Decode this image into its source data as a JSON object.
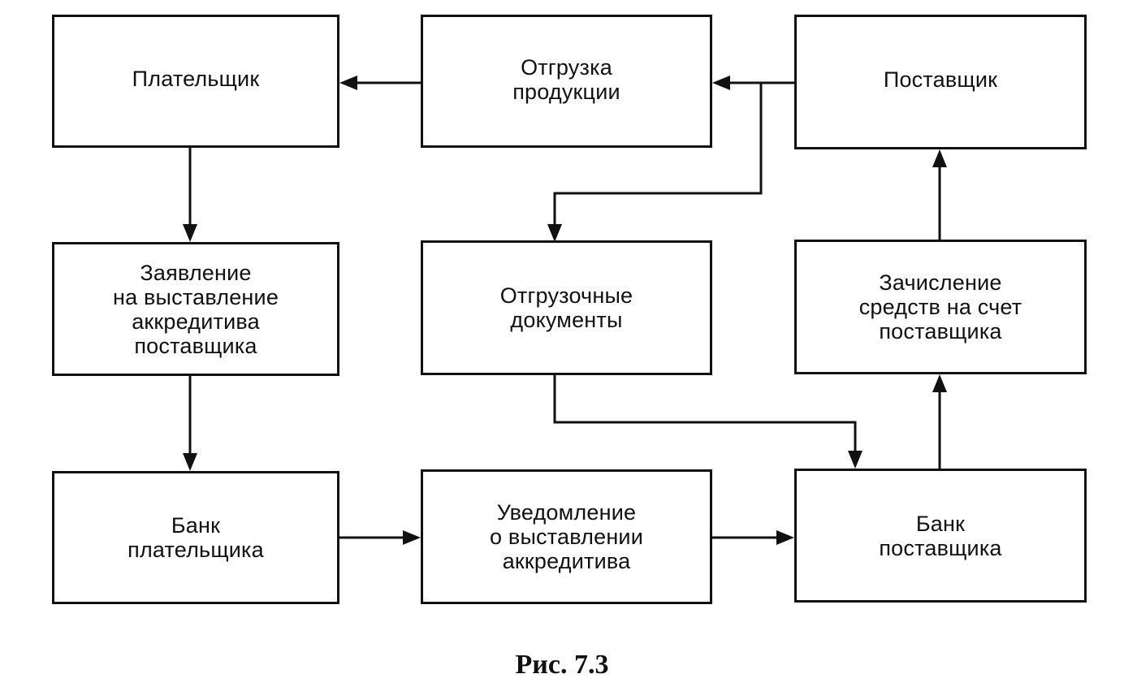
{
  "diagram": {
    "boxes": {
      "payer": "Плательщик",
      "shipment": "Отгрузка\nпродукции",
      "supplier": "Поставщик",
      "application": "Заявление\nна выставление\nаккредитива\nпоставщика",
      "documents": "Отгрузочные\nдокументы",
      "crediting": "Зачисление\nсредств на счет\nпоставщика",
      "payer_bank": "Банк\nплательщика",
      "notice": "Уведомление\nо выставлении\nаккредитива",
      "supplier_bank": "Банк\nпоставщика"
    },
    "edges": [
      {
        "from": "supplier",
        "to": "shipment"
      },
      {
        "from": "shipment",
        "to": "payer"
      },
      {
        "from": "supplier",
        "to": "documents"
      },
      {
        "from": "payer",
        "to": "application"
      },
      {
        "from": "application",
        "to": "payer_bank"
      },
      {
        "from": "payer_bank",
        "to": "notice"
      },
      {
        "from": "notice",
        "to": "supplier_bank"
      },
      {
        "from": "documents",
        "to": "supplier_bank"
      },
      {
        "from": "supplier_bank",
        "to": "crediting"
      },
      {
        "from": "crediting",
        "to": "supplier"
      }
    ]
  },
  "caption": "Рис. 7.3"
}
